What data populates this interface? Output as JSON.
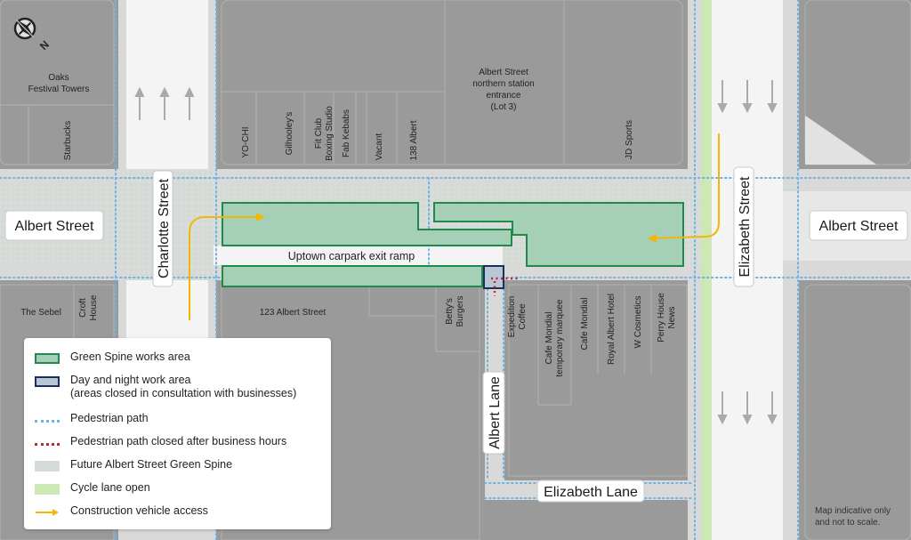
{
  "streets": {
    "albert_left": "Albert Street",
    "albert_right": "Albert Street",
    "charlotte": "Charlotte Street",
    "elizabeth": "Elizabeth Street",
    "albert_lane": "Albert Lane",
    "elizabeth_lane": "Elizabeth Lane",
    "exit_ramp": "Uptown carpark exit ramp"
  },
  "buildings": {
    "oaks": [
      "Oaks",
      "Festival Towers"
    ],
    "starbucks": "Starbucks",
    "yochi": "YO-CHI",
    "gilhooleys": "Gilhooley's",
    "fitclub": [
      "Fit Club",
      "Boxing Studio"
    ],
    "fabkebabs": "Fab Kebabs",
    "vacant": "Vacant",
    "albert138": "138 Albert",
    "station": [
      "Albert Street",
      "northern station",
      "entrance",
      "(Lot 3)"
    ],
    "jdsports": "JD Sports",
    "sebel": "The Sebel",
    "croft": [
      "Croft",
      "House"
    ],
    "albert123": "123 Albert Street",
    "bettys": [
      "Betty's",
      "Burgers"
    ],
    "expedition": [
      "Expedition",
      "Coffee"
    ],
    "mondial_marquee": [
      "Cafe Mondial",
      "temporary marquee"
    ],
    "mondial": "Cafe Mondial",
    "royal": "Royal Albert Hotel",
    "wcosmetics": "W Cosmetics",
    "perry": [
      "Perry House",
      "News"
    ]
  },
  "compass": {
    "label": "N"
  },
  "legend": {
    "items": [
      {
        "label": "Green Spine works area",
        "kind": "box",
        "fill": "#a6cfb8",
        "stroke": "#1f8a4c"
      },
      {
        "label": "Day and night work area",
        "label2": "(areas closed in consultation with businesses)",
        "kind": "box",
        "fill": "#b9c6d6",
        "stroke": "#1c2f5c"
      },
      {
        "label": "Pedestrian path",
        "kind": "dots",
        "color": "#6fb3e3"
      },
      {
        "label": "Pedestrian path closed after business hours",
        "kind": "dots",
        "color": "#c0282d"
      },
      {
        "label": "Future Albert Street Green Spine",
        "kind": "fill",
        "fill": "#d5dcd8"
      },
      {
        "label": "Cycle lane open",
        "kind": "fill",
        "fill": "#cde8b5"
      },
      {
        "label": "Construction vehicle access",
        "kind": "arrow",
        "color": "#f2b705"
      }
    ]
  },
  "note": [
    "Map indicative only",
    "and not to scale."
  ],
  "colors": {
    "building": "#9a9a9a",
    "road": "#d9d9d9",
    "pedestrian": "#6fb3e3",
    "works": "#a6cfb8",
    "works_stroke": "#1f8a4c",
    "night": "#1c2f5c",
    "closed": "#c0282d",
    "cycle": "#cde8b5",
    "access": "#f2b705"
  }
}
